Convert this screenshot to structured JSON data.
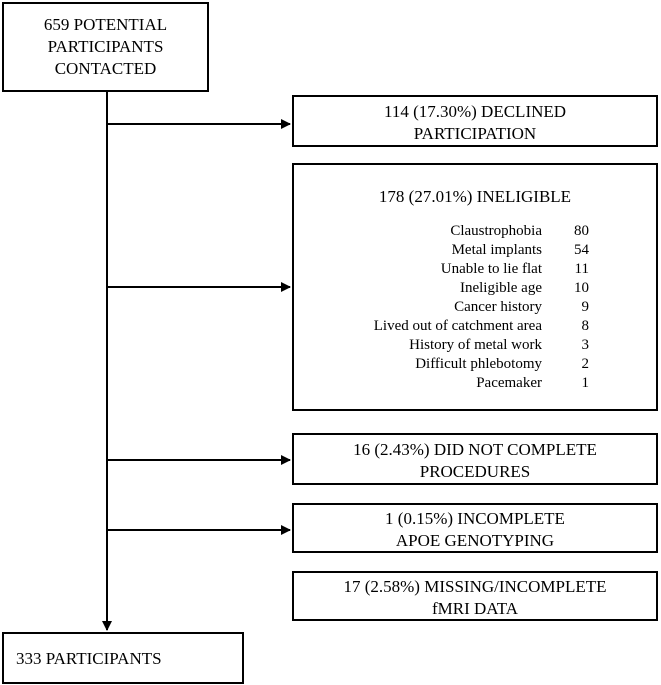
{
  "start": {
    "lines": [
      "659 POTENTIAL",
      "PARTICIPANTS",
      "CONTACTED"
    ]
  },
  "declined": {
    "lines": [
      "114 (17.30%) DECLINED",
      "PARTICIPATION"
    ]
  },
  "ineligible": {
    "title": "178 (27.01%) INELIGIBLE",
    "reasons": [
      {
        "label": "Claustrophobia",
        "count": "80"
      },
      {
        "label": "Metal implants",
        "count": "54"
      },
      {
        "label": "Unable to lie flat",
        "count": "11"
      },
      {
        "label": "Ineligible age",
        "count": "10"
      },
      {
        "label": "Cancer history",
        "count": "9"
      },
      {
        "label": "Lived out of catchment area",
        "count": "8"
      },
      {
        "label": "History of metal work",
        "count": "3"
      },
      {
        "label": "Difficult phlebotomy",
        "count": "2"
      },
      {
        "label": "Pacemaker",
        "count": "1"
      }
    ]
  },
  "incomplete_procedures": {
    "lines": [
      "16 (2.43%) DID NOT COMPLETE",
      "PROCEDURES"
    ]
  },
  "apoe": {
    "lines": [
      "1 (0.15%) INCOMPLETE",
      "APOE GENOTYPING"
    ]
  },
  "fmri": {
    "lines": [
      "17 (2.58%) MISSING/INCOMPLETE",
      "fMRI DATA"
    ]
  },
  "final": {
    "label": "333 PARTICIPANTS"
  },
  "colors": {
    "line": "#000000",
    "background": "#ffffff"
  }
}
